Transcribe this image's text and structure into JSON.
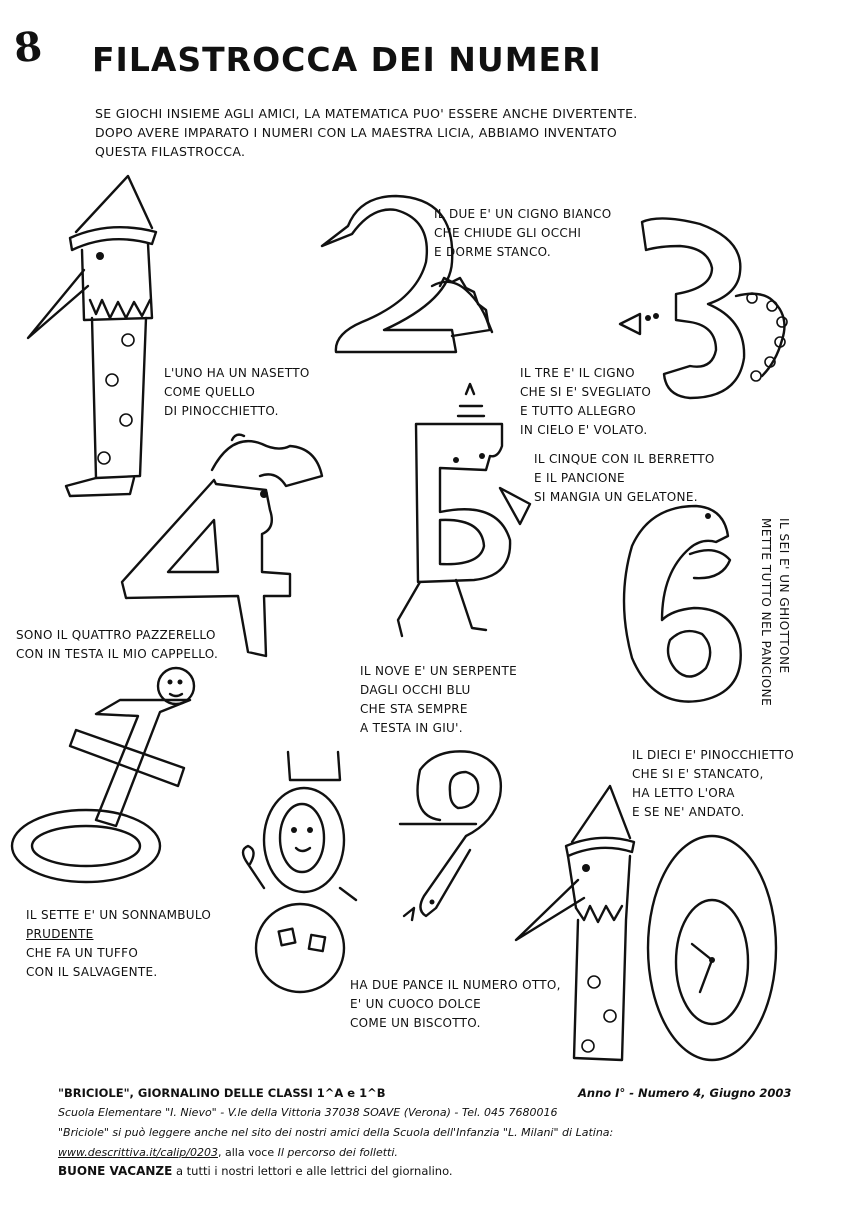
{
  "page_number": "8",
  "title": "FILASTROCCA DEI NUMERI",
  "intro": [
    "SE GIOCHI INSIEME AGLI AMICI, LA MATEMATICA PUO' ESSERE ANCHE DIVERTENTE.",
    "DOPO AVERE IMPARATO I NUMERI CON LA MAESTRA LICIA, ABBIAMO INVENTATO",
    "QUESTA FILASTROCCA."
  ],
  "verses": {
    "uno": [
      "L'UNO HA UN NASETTO",
      "COME QUELLO",
      "DI PINOCCHIETTO."
    ],
    "due": [
      "IL DUE E' UN CIGNO BIANCO",
      "CHE CHIUDE GLI OCCHI",
      "E DORME STANCO."
    ],
    "tre": [
      "IL TRE E' IL CIGNO",
      "CHE SI E' SVEGLIATO",
      "E TUTTO ALLEGRO",
      "IN CIELO E' VOLATO."
    ],
    "cinque": [
      "IL CINQUE CON IL BERRETTO",
      "E IL PANCIONE",
      "SI MANGIA UN GELATONE."
    ],
    "sei": [
      "IL SEI E' UN GHIOTTONE",
      "METTE TUTTO NEL PANCIONE"
    ],
    "quattro": [
      "SONO IL QUATTRO PAZZERELLO",
      "CON IN TESTA IL MIO CAPPELLO."
    ],
    "nove": [
      "IL NOVE E' UN SERPENTE",
      "DAGLI OCCHI BLU",
      "CHE STA SEMPRE",
      "A TESTA IN GIU'."
    ],
    "dieci": [
      "IL DIECI E' PINOCCHIETTO",
      "CHE SI E' STANCATO,",
      "HA LETTO L'ORA",
      "E SE NE' ANDATO."
    ],
    "sette": [
      "IL SETTE E' UN SONNAMBULO",
      "PRUDENTE",
      "CHE FA UN TUFFO",
      "CON IL SALVAGENTE."
    ],
    "otto": [
      "HA DUE PANCE IL NUMERO OTTO,",
      "E' UN CUOCO DOLCE",
      "COME UN BISCOTTO."
    ]
  },
  "footer": {
    "paper": "\"BRICIOLE\", GIORNALINO DELLE CLASSI 1^A e 1^B",
    "issue": "Anno I° - Numero 4, Giugno 2003",
    "school": "Scuola Elementare \"I. Nievo\" - V.le della Vittoria 37038 SOAVE (Verona) - Tel. 045 7680016",
    "site_line": "\"Briciole\" si può leggere anche nel sito dei nostri amici della Scuola dell'Infanzia \"L. Milani\" di Latina:",
    "site_url": "www.descrittiva.it/calip/0203",
    "site_tail_prefix": ", alla voce ",
    "site_tail_italic": "Il percorso dei folletti.",
    "greeting_bold": "BUONE VACANZE",
    "greeting_rest": " a tutti i nostri lettori e alle lettrici del giornalino."
  }
}
